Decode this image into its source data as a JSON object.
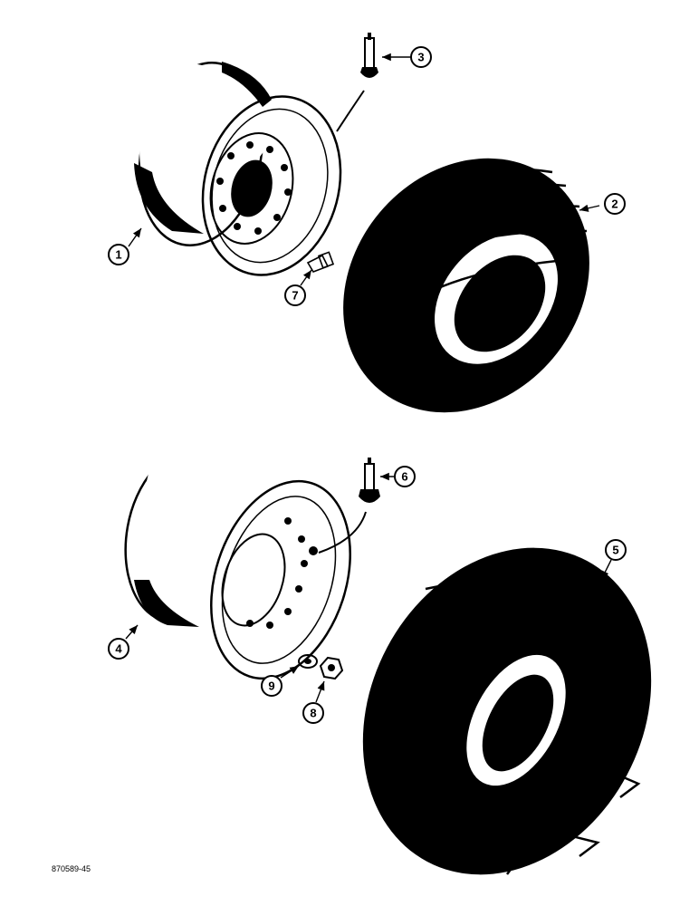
{
  "figure_code": "870589-45",
  "callouts": {
    "c1": "1",
    "c2": "2",
    "c3": "3",
    "c4": "4",
    "c5": "5",
    "c6": "6",
    "c7": "7",
    "c8": "8",
    "c9": "9"
  },
  "colors": {
    "ink": "#000000",
    "paper": "#ffffff"
  }
}
